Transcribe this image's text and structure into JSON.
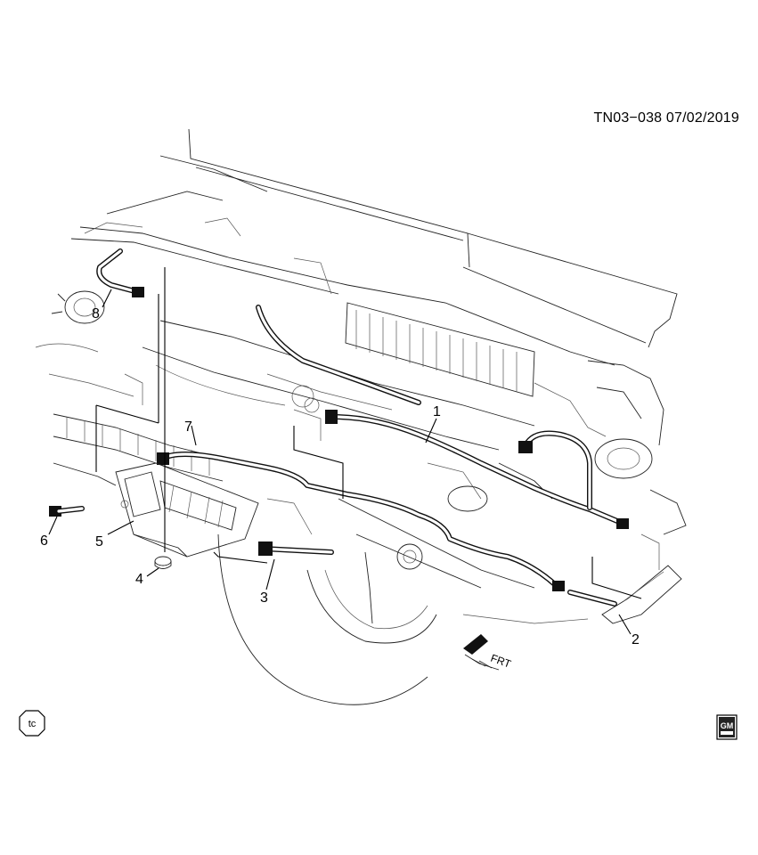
{
  "header": {
    "code_date": "TN03−038  07/02/2019"
  },
  "callouts": [
    {
      "n": "1",
      "part": "fuel-line-1"
    },
    {
      "n": "2",
      "part": "fuel-line-2"
    },
    {
      "n": "3",
      "part": "hose-3"
    },
    {
      "n": "4",
      "part": "fastener-4"
    },
    {
      "n": "5",
      "part": "canister-5"
    },
    {
      "n": "6",
      "part": "connector-6"
    },
    {
      "n": "7",
      "part": "vapor-line-7"
    },
    {
      "n": "8",
      "part": "fitting-8"
    }
  ],
  "direction_label": "FRT",
  "badges": {
    "tc": "tc",
    "gm_logo_text": "GM"
  },
  "colors": {
    "line": "#000000",
    "background": "#ffffff"
  }
}
